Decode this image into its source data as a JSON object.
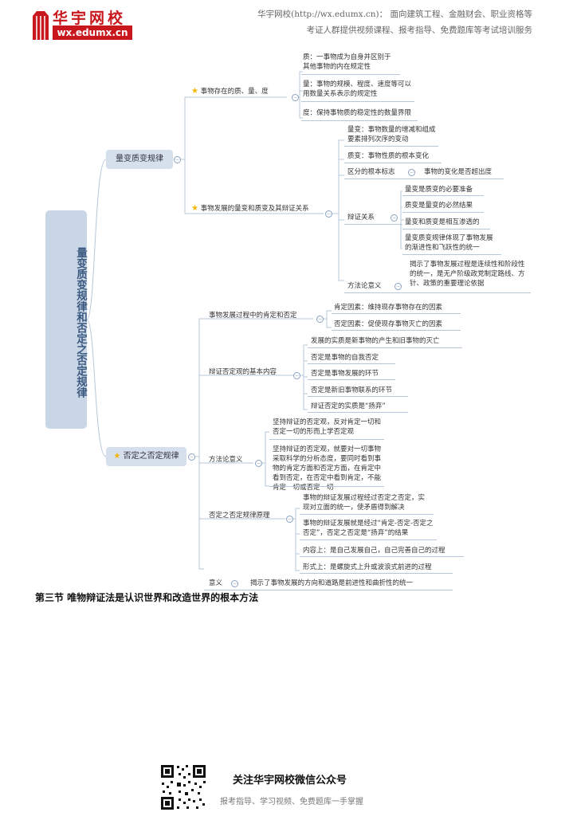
{
  "header": {
    "logo_name": "华宇网校",
    "logo_url": "wx.edumx.cn",
    "line1": "华宇网校(http://wx.edumx.cn)：  面向建筑工程、金融财会、职业资格等",
    "line2": "考证人群提供视频课程、报考指导、免费题库等考试培训服务"
  },
  "root": "量变质变规律和否定之否定规律",
  "b1": {
    "label": "量变质变规律",
    "n1": {
      "label": "事物存在的质、量、度",
      "items": [
        "质：一事物成为自身并区别于其他事物的内在规定性",
        "量：事物的规模、程度、速度等可以用数量关系表示的规定性",
        "度：保持事物质的稳定性的数量界限"
      ]
    },
    "n2": {
      "label": "事物发展的量变和质变及其辩证关系",
      "liangbian": "量变：事物数量的增减和组成要素排列次序的变动",
      "zhibian": "质变：事物性质的根本变化",
      "biaozhi_label": "区分的根本标志",
      "biaozhi_value": "事物的变化是否超出度",
      "bianzheng_label": "辩证关系",
      "bianzheng_items": [
        "量变是质变的必要准备",
        "质变是量变的必然结果",
        "量变和质变是相互渗透的",
        "量变质变规律体现了事物发展的渐进性和飞跃性的统一"
      ],
      "ffl_label": "方法论意义",
      "ffl_value": "揭示了事物发展过程是连续性和阶段性的统一，是无产阶级政党制定路线、方针、政策的重要理论依据"
    }
  },
  "b2": {
    "label": "否定之否定规律",
    "n1": {
      "label": "事物发展过程中的肯定和否定",
      "items": [
        "肯定因素：维持现存事物存在的因素",
        "否定因素：促使现存事物灭亡的因素"
      ]
    },
    "n2": {
      "label": "辩证否定观的基本内容",
      "items": [
        "发展的实质是新事物的产生和旧事物的灭亡",
        "否定是事物的自我否定",
        "否定是事物发展的环节",
        "否定是新旧事物联系的环节",
        "辩证否定的实质是“扬弃”"
      ]
    },
    "n3": {
      "label": "方法论意义",
      "items": [
        "坚持辩证的否定观，反对肯定一切和否定一切的形而上学否定观",
        "坚持辩证的否定观，就要对一切事物采取科学的分析态度，要同时看到事物的肯定方面和否定方面，在肯定中看到否定，在否定中看到肯定，不能肯定一切或否定一切"
      ]
    },
    "n4": {
      "label": "否定之否定规律原理",
      "items": [
        "事物的辩证发展过程经过否定之否定，实现对立面的统一，使矛盾得到解决",
        "事物的辩证发展就是经过“肯定-否定-否定之否定”，否定之否定是“扬弃”的结果",
        "内容上：是自己发展自己，自己完善自己的过程",
        "形式上：是螺旋式上升或波浪式前进的过程"
      ]
    },
    "n5": {
      "label": "意义",
      "value": "揭示了事物发展的方向和道路是前进性和曲折性的统一"
    }
  },
  "section_title": "第三节  唯物辩证法是认识世界和改造世界的根本方法",
  "footer": {
    "title": "关注华宇网校微信公众号",
    "subtitle": "报考指导、学习视频、免费题库一手掌握"
  },
  "colors": {
    "logo_red": "#c8171d",
    "node_bg": "#d5e0ec",
    "root_bg": "#c9d6e6",
    "star": "#f5b400"
  }
}
